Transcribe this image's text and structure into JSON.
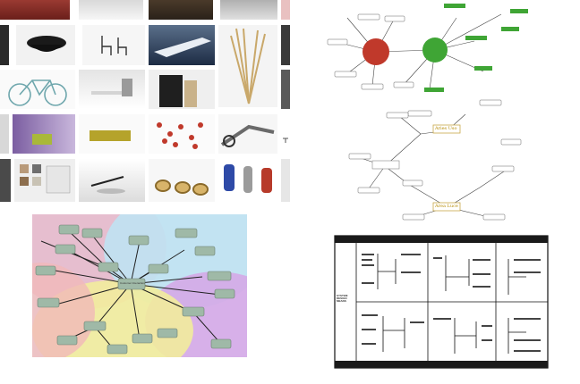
{
  "photo_grid": {
    "tiles": [
      {
        "name": "red-sofa-photo",
        "alt": "red sofa"
      },
      {
        "name": "white-table-photo",
        "alt": "white table"
      },
      {
        "name": "dark-bench-photo",
        "alt": "dark bench"
      },
      {
        "name": "grey-interior-photo",
        "alt": "grey interior"
      },
      {
        "name": "black-bowl-photo",
        "alt": "black bowl chair"
      },
      {
        "name": "chairs-photo",
        "alt": "chairs"
      },
      {
        "name": "speedboat-photo",
        "alt": "speedboat"
      },
      {
        "name": "wooden-sticks-photo",
        "alt": "wooden stick stand"
      },
      {
        "name": "bicycle-photo",
        "alt": "bicycle"
      },
      {
        "name": "office-photo",
        "alt": "white office"
      },
      {
        "name": "cabinet-photo",
        "alt": "dark cabinet"
      },
      {
        "name": "purple-room-photo",
        "alt": "purple room"
      },
      {
        "name": "green-sideboard-photo",
        "alt": "green sideboard"
      },
      {
        "name": "red-dots-photo",
        "alt": "red dots"
      },
      {
        "name": "bike-handle-photo",
        "alt": "bike handle"
      },
      {
        "name": "tiles-photo",
        "alt": "tile samples"
      },
      {
        "name": "lamp-photo",
        "alt": "desk lamp"
      },
      {
        "name": "tape-rolls-photo",
        "alt": "tape rolls"
      },
      {
        "name": "usb-keys-photo",
        "alt": "usb keys"
      }
    ]
  },
  "mindmap_top": {
    "root_labels": [
      "Aries Uso",
      "Area Luce"
    ]
  },
  "concept_map": {
    "center_label": "Customer Interaction"
  },
  "system_diagram": {
    "side_label": "SYSTEM DESIGN MEANS"
  },
  "colors": {
    "mind_red": "#c0392b",
    "mind_green": "#3fa535",
    "concept_pink": "#e7b6c8",
    "concept_blue": "#bfe2f2",
    "concept_purple": "#d6a6e6",
    "concept_yellow": "#f2ec9c",
    "concept_node": "#9fb9a7"
  }
}
